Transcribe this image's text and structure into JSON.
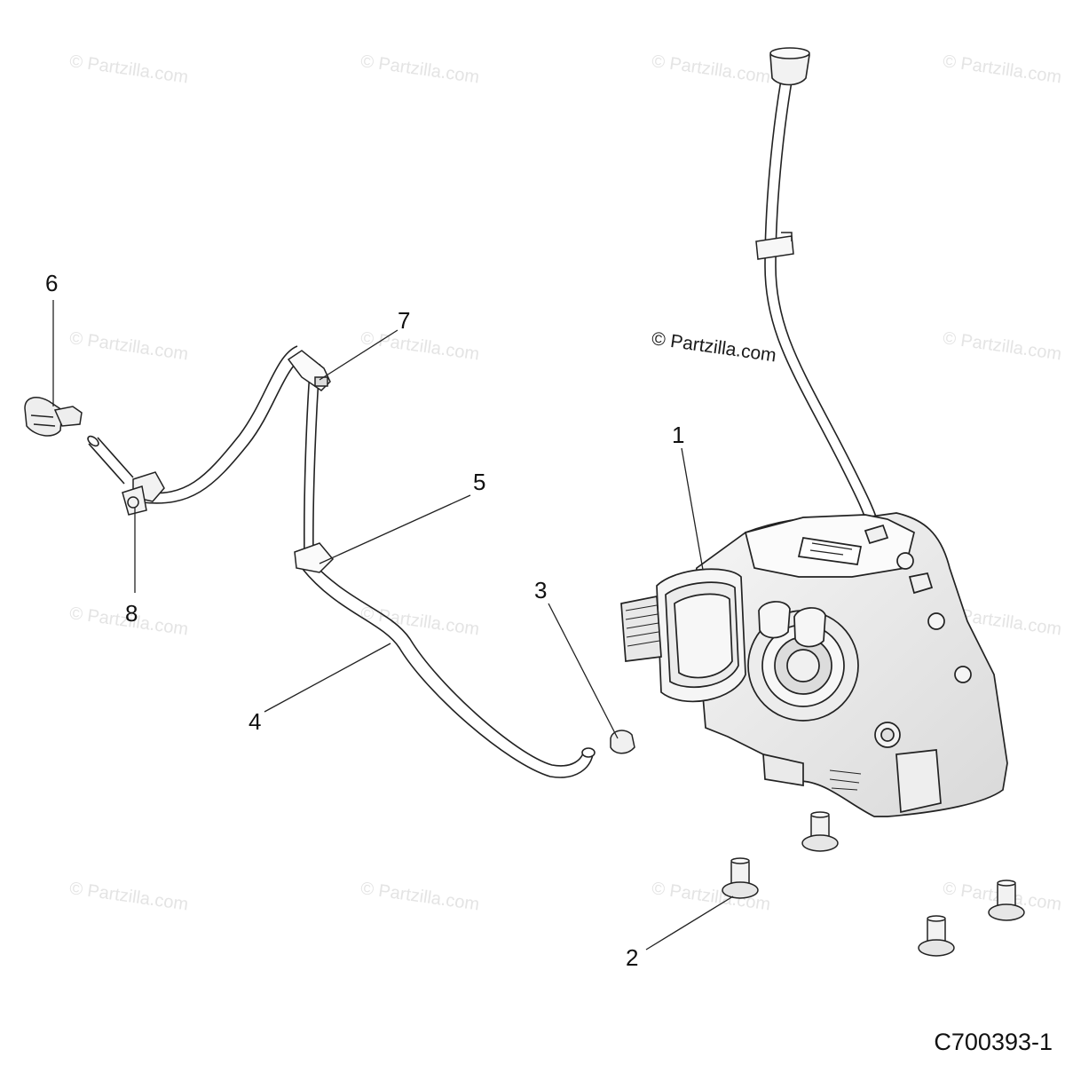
{
  "watermark": "© Partzilla.com",
  "figure_code": "C700393-1",
  "callouts": [
    "1",
    "2",
    "3",
    "4",
    "5",
    "6",
    "7",
    "8"
  ]
}
